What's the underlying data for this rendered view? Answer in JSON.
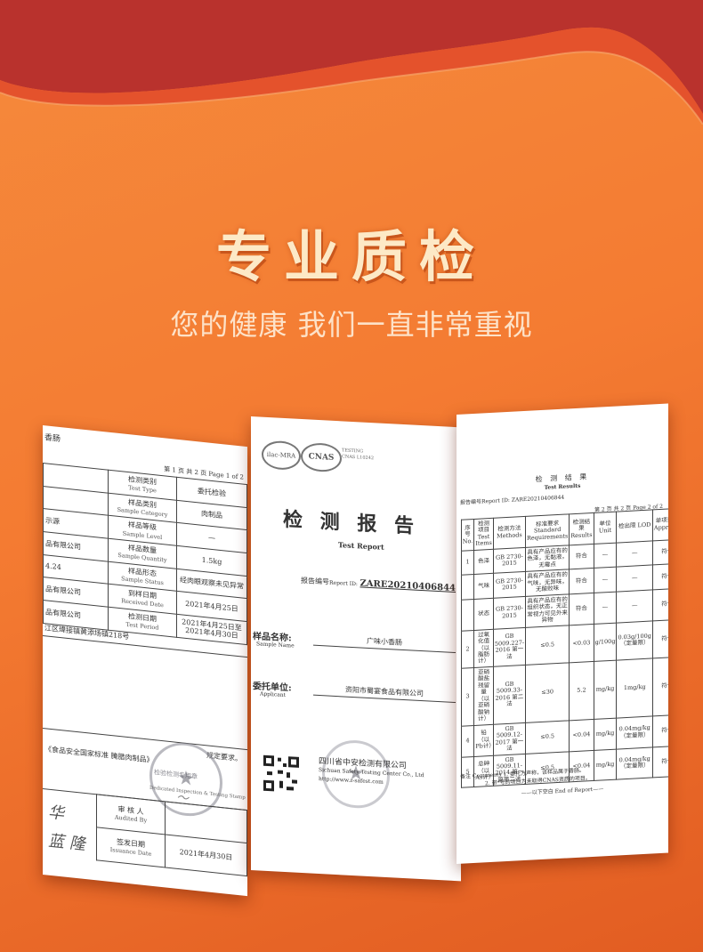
{
  "heading": "专业质检",
  "subheading": "您的健康 我们一直非常重视",
  "left_report": {
    "page_info": "第 1 页 共 2 页 Page 1 of 2",
    "top_fragment": "香肠",
    "rows": [
      {
        "label": "检测类别",
        "label_en": "Test Type",
        "value": "委托检验"
      },
      {
        "label": "样品类别",
        "label_en": "Sample Category",
        "value": "肉制品"
      },
      {
        "label": "样品等级",
        "label_en": "Sample Level",
        "value": "—"
      },
      {
        "label": "样品数量",
        "label_en": "Sample Quantity",
        "value": "1.5kg"
      },
      {
        "label": "样品形态",
        "label_en": "Sample Status",
        "value": "经肉眼观察未见异常"
      },
      {
        "label": "到样日期",
        "label_en": "Received Date",
        "value": "2021年4月25日"
      },
      {
        "label": "检测日期",
        "label_en": "Test Period",
        "value": "2021年4月25日至2021年4月30日"
      }
    ],
    "left_fragments": [
      "",
      "",
      "示源",
      "品有限公司",
      "4.24",
      "品有限公司"
    ],
    "address_fragment": "江区瑋接镇黄添场镇218号",
    "standard_fragment": "《食品安全国家标准 腌腊肉制品》",
    "standard_note": "规定要求。",
    "stamp_text": "检验检测专用章",
    "stamp_caption": "Dedicated Inspection & Testing Stamp",
    "auditor_label": "审 核 人",
    "auditor_en": "Audited By",
    "issuance_label": "签发日期",
    "issuance_en": "Issuance Date",
    "issuance_value": "2021年4月30日",
    "signature1": "华",
    "signature2": "蓝 隆"
  },
  "center_report": {
    "logo1": "ilac-MRA",
    "logo2": "CNAS",
    "cnas_cert": "TESTING CNAS L10242",
    "title": "检 测 报 告",
    "title_en": "Test Report",
    "report_id_label": "报告编号",
    "report_id_en": "Report ID:",
    "report_id": "ZARE20210406844",
    "sample_name_label": "样品名称:",
    "sample_name_en": "Sample Name",
    "sample_name": "广味小香肠",
    "applicant_label": "委托单位:",
    "applicant_en": "Applicant",
    "applicant": "资阳市蜀宴食品有限公司",
    "company": "四川省中安检测有限公司",
    "company_en": "Sichuan Safety Testing Center Co., Ltd",
    "website": "http://www.z-safest.com"
  },
  "right_report": {
    "title": "检 测 结 果",
    "title_en": "Test Results",
    "report_no": "报告编号Report ID: ZARE20210406844",
    "page_info": "第 2 页 共 2 页 Page 2 of 2",
    "headers": [
      "序号 No.",
      "检测项目 Test Items",
      "检测方法 Methods",
      "标准要求 Standard Requirements",
      "检测结果 Results",
      "单位 Unit",
      "检出限 LOD",
      "单项判定 Approval"
    ],
    "rows": [
      {
        "no": "1",
        "item": "色泽",
        "method": "GB 2730-2015",
        "req": "具有产品应有的色泽，无黏液，无霉点",
        "result": "符合",
        "unit": "—",
        "lod": "—",
        "approval": "符合"
      },
      {
        "no": "",
        "item": "气味",
        "method": "GB 2730-2015",
        "req": "具有产品应有的气味，无异味，无酸败味",
        "result": "符合",
        "unit": "—",
        "lod": "—",
        "approval": "符合"
      },
      {
        "no": "",
        "item": "状态",
        "method": "GB 2730-2015",
        "req": "具有产品应有的组织状态，无正常视力可见外来异物",
        "result": "符合",
        "unit": "—",
        "lod": "—",
        "approval": "符合"
      },
      {
        "no": "2",
        "item": "过氧化值（以脂肪计）",
        "method": "GB 5009.227-2016 第一法",
        "req": "≤0.5",
        "result": "<0.03",
        "unit": "g/100g",
        "lod": "0.03g/100g（定量限）",
        "approval": "符合"
      },
      {
        "no": "3",
        "item": "亚硝酸盐残留量（以亚硝酸钠计）",
        "method": "GB 5009.33-2016 第二法",
        "req": "≤30",
        "result": "5.2",
        "unit": "mg/kg",
        "lod": "1mg/kg",
        "approval": "符合"
      },
      {
        "no": "4",
        "item": "铅（以Pb计）",
        "method": "GB 5009.12-2017 第一法",
        "req": "≤0.5",
        "result": "<0.04",
        "unit": "mg/kg",
        "lod": "0.04mg/kg（定量限）",
        "approval": "符合"
      },
      {
        "no": "5",
        "item": "总砷（以As计）",
        "method": "GB 5009.11-2014 第一篇第二法",
        "req": "≤0.5",
        "result": "<0.04",
        "unit": "mg/kg",
        "lod": "0.04mg/kg（定量限）",
        "approval": "符合"
      }
    ],
    "note_label": "备注 Comments",
    "note1": "1. 委托方声称，该样品属于香肠。",
    "note2": "2. 带*号的项目为未取得CNAS资质的项目。",
    "end_text": "——以下空白 End of Report——"
  }
}
